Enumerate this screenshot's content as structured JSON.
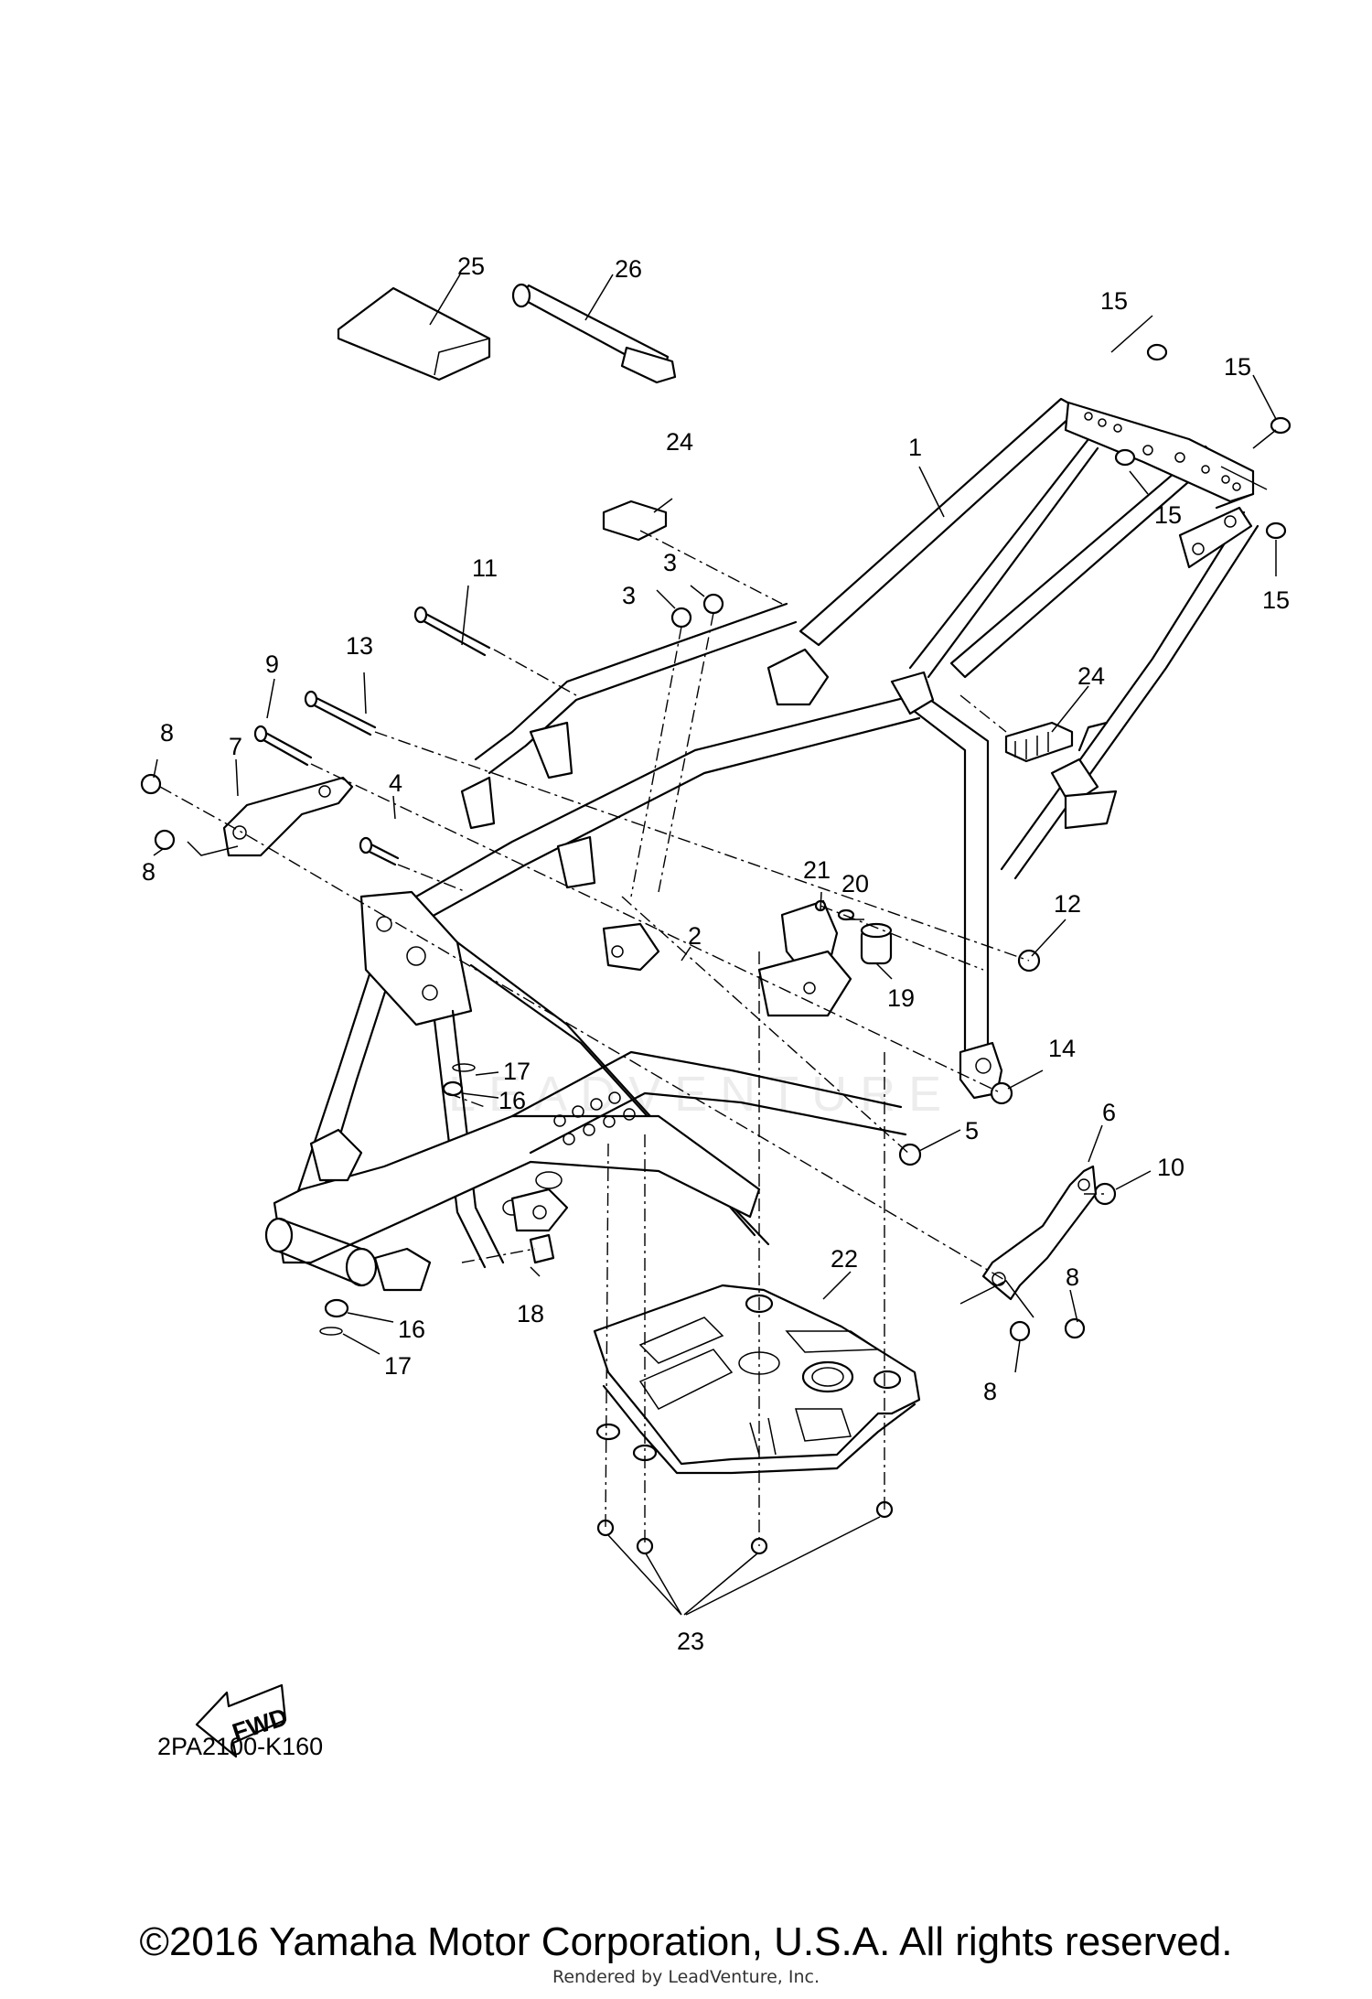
{
  "diagram": {
    "parts": [
      {
        "id": "label-1",
        "text": "1"
      },
      {
        "id": "label-2",
        "text": "2"
      },
      {
        "id": "label-3a",
        "text": "3"
      },
      {
        "id": "label-3b",
        "text": "3"
      },
      {
        "id": "label-4",
        "text": "4"
      },
      {
        "id": "label-5",
        "text": "5"
      },
      {
        "id": "label-6",
        "text": "6"
      },
      {
        "id": "label-7",
        "text": "7"
      },
      {
        "id": "label-8a",
        "text": "8"
      },
      {
        "id": "label-8b",
        "text": "8"
      },
      {
        "id": "label-8c",
        "text": "8"
      },
      {
        "id": "label-8d",
        "text": "8"
      },
      {
        "id": "label-9",
        "text": "9"
      },
      {
        "id": "label-10",
        "text": "10"
      },
      {
        "id": "label-11",
        "text": "11"
      },
      {
        "id": "label-12",
        "text": "12"
      },
      {
        "id": "label-13",
        "text": "13"
      },
      {
        "id": "label-14",
        "text": "14"
      },
      {
        "id": "label-15a",
        "text": "15"
      },
      {
        "id": "label-15b",
        "text": "15"
      },
      {
        "id": "label-15c",
        "text": "15"
      },
      {
        "id": "label-15d",
        "text": "15"
      },
      {
        "id": "label-16a",
        "text": "16"
      },
      {
        "id": "label-16b",
        "text": "16"
      },
      {
        "id": "label-17a",
        "text": "17"
      },
      {
        "id": "label-17b",
        "text": "17"
      },
      {
        "id": "label-18",
        "text": "18"
      },
      {
        "id": "label-19",
        "text": "19"
      },
      {
        "id": "label-20",
        "text": "20"
      },
      {
        "id": "label-21",
        "text": "21"
      },
      {
        "id": "label-22",
        "text": "22"
      },
      {
        "id": "label-23",
        "text": "23"
      },
      {
        "id": "label-24a",
        "text": "24"
      },
      {
        "id": "label-24b",
        "text": "24"
      },
      {
        "id": "label-25",
        "text": "25"
      },
      {
        "id": "label-26",
        "text": "26"
      }
    ],
    "fwd_label": "FWD",
    "diagram_code": "2PA2100-K160"
  },
  "footer": {
    "copyright": "©2016 Yamaha Motor Corporation, U.S.A. All rights reserved.",
    "rendered_by": "Rendered by LeadVenture, Inc."
  },
  "watermark": {
    "text": "LEADVENTURE"
  }
}
